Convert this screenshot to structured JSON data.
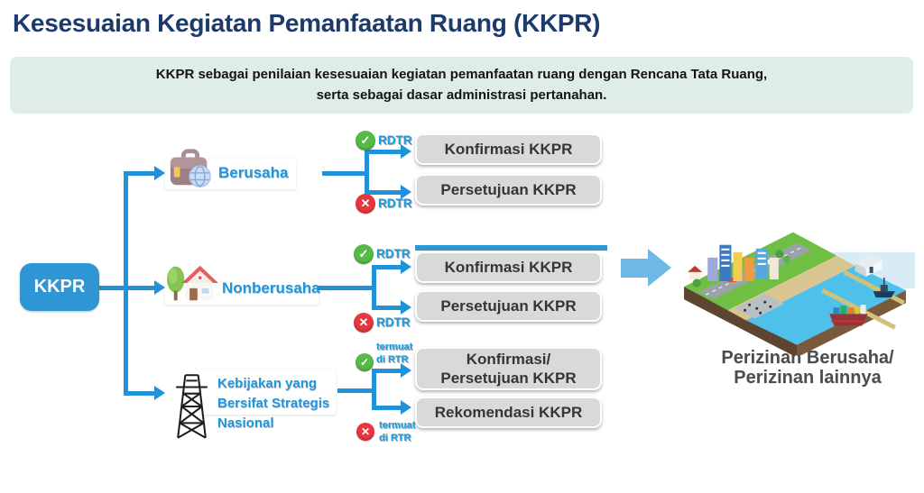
{
  "title": "Kesesuaian Kegiatan Pemanfaatan Ruang (KKPR)",
  "subtitle": {
    "text": "KKPR sebagai penilaian kesesuaian kegiatan pemanfaatan ruang dengan Rencana Tata Ruang,\nserta sebagai dasar administrasi pertanahan."
  },
  "root": {
    "label": "KKPR"
  },
  "icons": {
    "check": "✓",
    "cross": "✕"
  },
  "branches": [
    {
      "label": "Berusaha",
      "icon": "briefcase-globe-icon",
      "yes": {
        "condition": "RDTR",
        "outcome": "Konfirmasi KKPR"
      },
      "no": {
        "condition": "RDTR",
        "outcome": "Persetujuan KKPR"
      }
    },
    {
      "label": "Nonberusaha",
      "icon": "house-tree-icon",
      "yes": {
        "condition": "RDTR",
        "outcome": "Konfirmasi KKPR"
      },
      "no": {
        "condition": "RDTR",
        "outcome": "Persetujuan KKPR"
      }
    },
    {
      "label": "Kebijakan yang\nBersifat Strategis\nNasional",
      "icon": "transmission-tower-icon",
      "yes": {
        "condition": "termuat\ndi RTR",
        "outcome": "Konfirmasi/\nPersetujuan KKPR"
      },
      "no": {
        "condition": "termuat\ndi RTR",
        "outcome": "Rekomendasi KKPR"
      }
    }
  ],
  "result": {
    "label": "Perizinan Berusaha/\nPerizinan lainnya",
    "illustration": "isometric-city-port"
  },
  "colors": {
    "title_navy": "#1D3A6A",
    "banner_bg": "#DFEDE7",
    "connector_blue": "#2191D9",
    "root_node_blue": "#2E96D4",
    "branch_label_blue": "#2196DB",
    "outcome_box_gray": "#D9D9D9",
    "outcome_text": "#353535",
    "check_green": "#56BB46",
    "cross_red": "#E6373E",
    "big_arrow_blue": "#6FB9E8",
    "result_text_gray": "#4D4D4D"
  }
}
